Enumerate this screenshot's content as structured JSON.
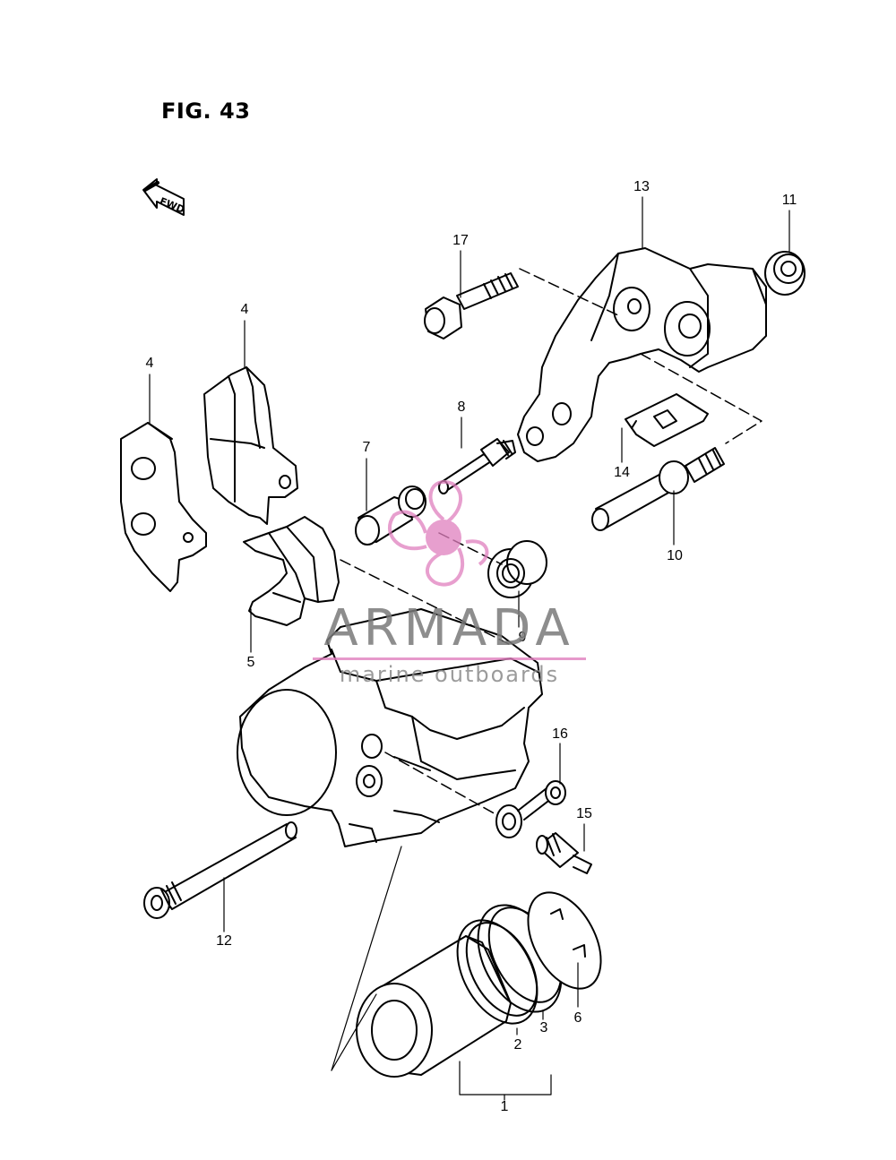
{
  "figure": {
    "title": "FIG. 43"
  },
  "fwd_label": "FWD",
  "watermark": {
    "brand": "ARMADA",
    "tagline": "marine outboards",
    "accent": "#e07fbe"
  },
  "callouts": [
    {
      "id": "c1",
      "label": "1"
    },
    {
      "id": "c2",
      "label": "2"
    },
    {
      "id": "c3",
      "label": "3"
    },
    {
      "id": "c4a",
      "label": "4"
    },
    {
      "id": "c4b",
      "label": "4"
    },
    {
      "id": "c5",
      "label": "5"
    },
    {
      "id": "c6",
      "label": "6"
    },
    {
      "id": "c7",
      "label": "7"
    },
    {
      "id": "c8",
      "label": "8"
    },
    {
      "id": "c9",
      "label": "9"
    },
    {
      "id": "c10",
      "label": "10"
    },
    {
      "id": "c11",
      "label": "11"
    },
    {
      "id": "c12",
      "label": "12"
    },
    {
      "id": "c13",
      "label": "13"
    },
    {
      "id": "c14",
      "label": "14"
    },
    {
      "id": "c15",
      "label": "15"
    },
    {
      "id": "c16",
      "label": "16"
    },
    {
      "id": "c17",
      "label": "17"
    }
  ]
}
